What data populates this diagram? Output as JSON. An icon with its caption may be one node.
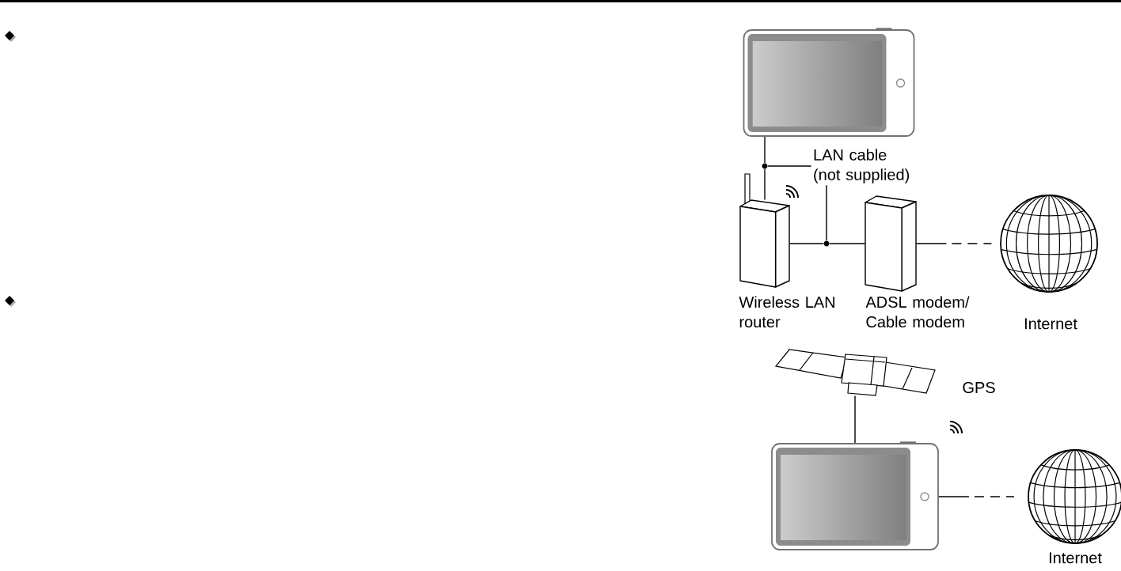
{
  "diagram": {
    "nodes": [
      {
        "text": [],
        "shape": "tablet"
      },
      {
        "text": [
          "LAN cable (not supplied)"
        ]
      },
      {
        "text": [],
        "shape": "circle"
      },
      {
        "text": [],
        "shape": "router",
        "beside": [
          "Wireless LAN router"
        ]
      },
      {
        "text": [],
        "shape": "circle"
      },
      {
        "text": [],
        "shape": "modem",
        "beside": [
          "ADSL modem/ Cable modem"
        ]
      },
      {
        "text": [],
        "shape": "globe",
        "beside": [
          "Internet"
        ]
      },
      {
        "text": [],
        "shape": "satellite",
        "beside": [
          "GPS"
        ]
      },
      {
        "text": [],
        "shape": "tablet"
      },
      {
        "text": [],
        "shape": "globe",
        "beside": [
          "Internet"
        ]
      }
    ],
    "edges": [
      {
        "from": 0,
        "to": 2,
        "arrow": "none"
      },
      {
        "from": 2,
        "to": 3,
        "arrow": "none"
      },
      {
        "from": 3,
        "to": 4,
        "arrow": "none"
      },
      {
        "from": 4,
        "to": 5,
        "arrow": "none"
      },
      {
        "from": 5,
        "to": 6,
        "arrow": "none",
        "style": "dashed"
      },
      {
        "from": 1,
        "to": 2,
        "arrow": "none"
      },
      {
        "from": 1,
        "to": 4,
        "arrow": "none"
      },
      {
        "from": 7,
        "to": 8,
        "arrow": "none"
      },
      {
        "from": 8,
        "to": 9,
        "arrow": "none",
        "style": "dashed"
      }
    ]
  }
}
